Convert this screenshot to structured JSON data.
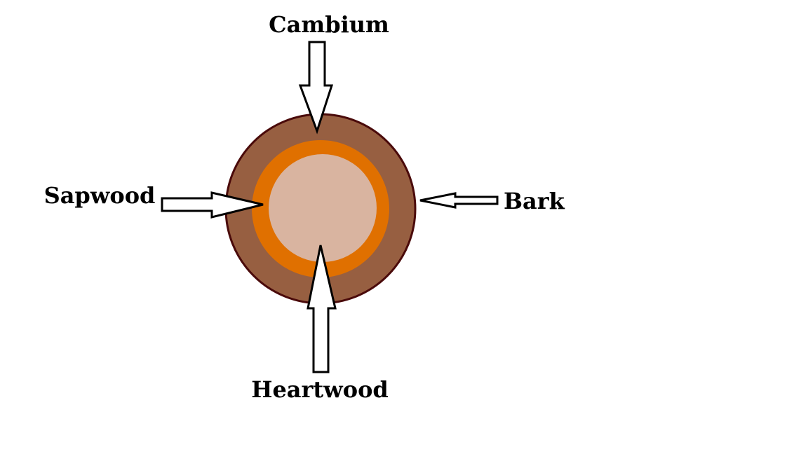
{
  "diagram": {
    "labels": {
      "cambium": "Cambium",
      "sapwood": "Sapwood",
      "bark": "Bark",
      "heartwood": "Heartwood"
    },
    "colors": {
      "background": "#ffffff",
      "outline": "#4a0a0a",
      "bark": "#975f41",
      "sapwood": "#e07000",
      "heartwood": "#d9b4a0",
      "arrow_stroke": "#000000",
      "arrow_fill": "#ffffff",
      "text": "#000000"
    }
  }
}
